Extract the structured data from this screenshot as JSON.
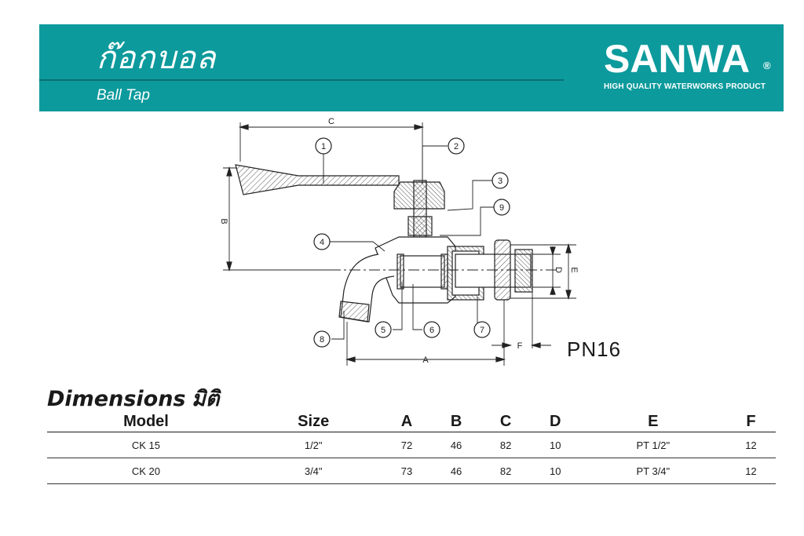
{
  "header": {
    "title_th": "ก๊อกบอล",
    "title_en": "Ball Tap",
    "brand": "SANWA",
    "brand_reg": "®",
    "brand_tagline": "HIGH QUALITY WATERWORKS PRODUCT",
    "banner_color": "#0d9a9c"
  },
  "drawing": {
    "dim_labels": [
      "C",
      "B",
      "D",
      "E",
      "A",
      "F"
    ],
    "callouts": [
      "1",
      "2",
      "3",
      "9",
      "4",
      "5",
      "6",
      "7",
      "8"
    ],
    "pressure_rating": "PN16"
  },
  "dimensions": {
    "heading": "Dimensions",
    "heading_th": "มิติ",
    "columns": [
      "Model",
      "Size",
      "A",
      "B",
      "C",
      "D",
      "E",
      "F"
    ],
    "rows": [
      [
        "CK 15",
        "1/2\"",
        "72",
        "46",
        "82",
        "10",
        "PT  1/2\"",
        "12"
      ],
      [
        "CK 20",
        "3/4\"",
        "73",
        "46",
        "82",
        "10",
        "PT  3/4\"",
        "12"
      ]
    ]
  }
}
